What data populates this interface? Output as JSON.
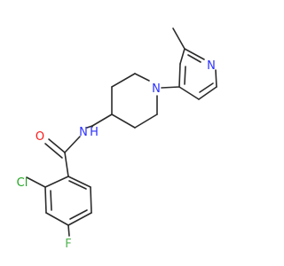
{
  "atoms": {
    "pyridine_n": {
      "label": "N",
      "color": "#2b30ff"
    },
    "piperidine_n": {
      "label": "N",
      "color": "#2b30ff"
    },
    "amide_n": {
      "label": "N",
      "color": "#2b30ff"
    },
    "amide_h": {
      "label": "H",
      "color": "#2b30ff"
    },
    "carbonyl_o": {
      "label": "O",
      "color": "#ff1a1a"
    },
    "chlorine": {
      "label": "Cl",
      "color": "#1fa51f"
    },
    "fluorine": {
      "label": "F",
      "color": "#4fb34f"
    }
  },
  "bond_color": "#2b2b2b"
}
